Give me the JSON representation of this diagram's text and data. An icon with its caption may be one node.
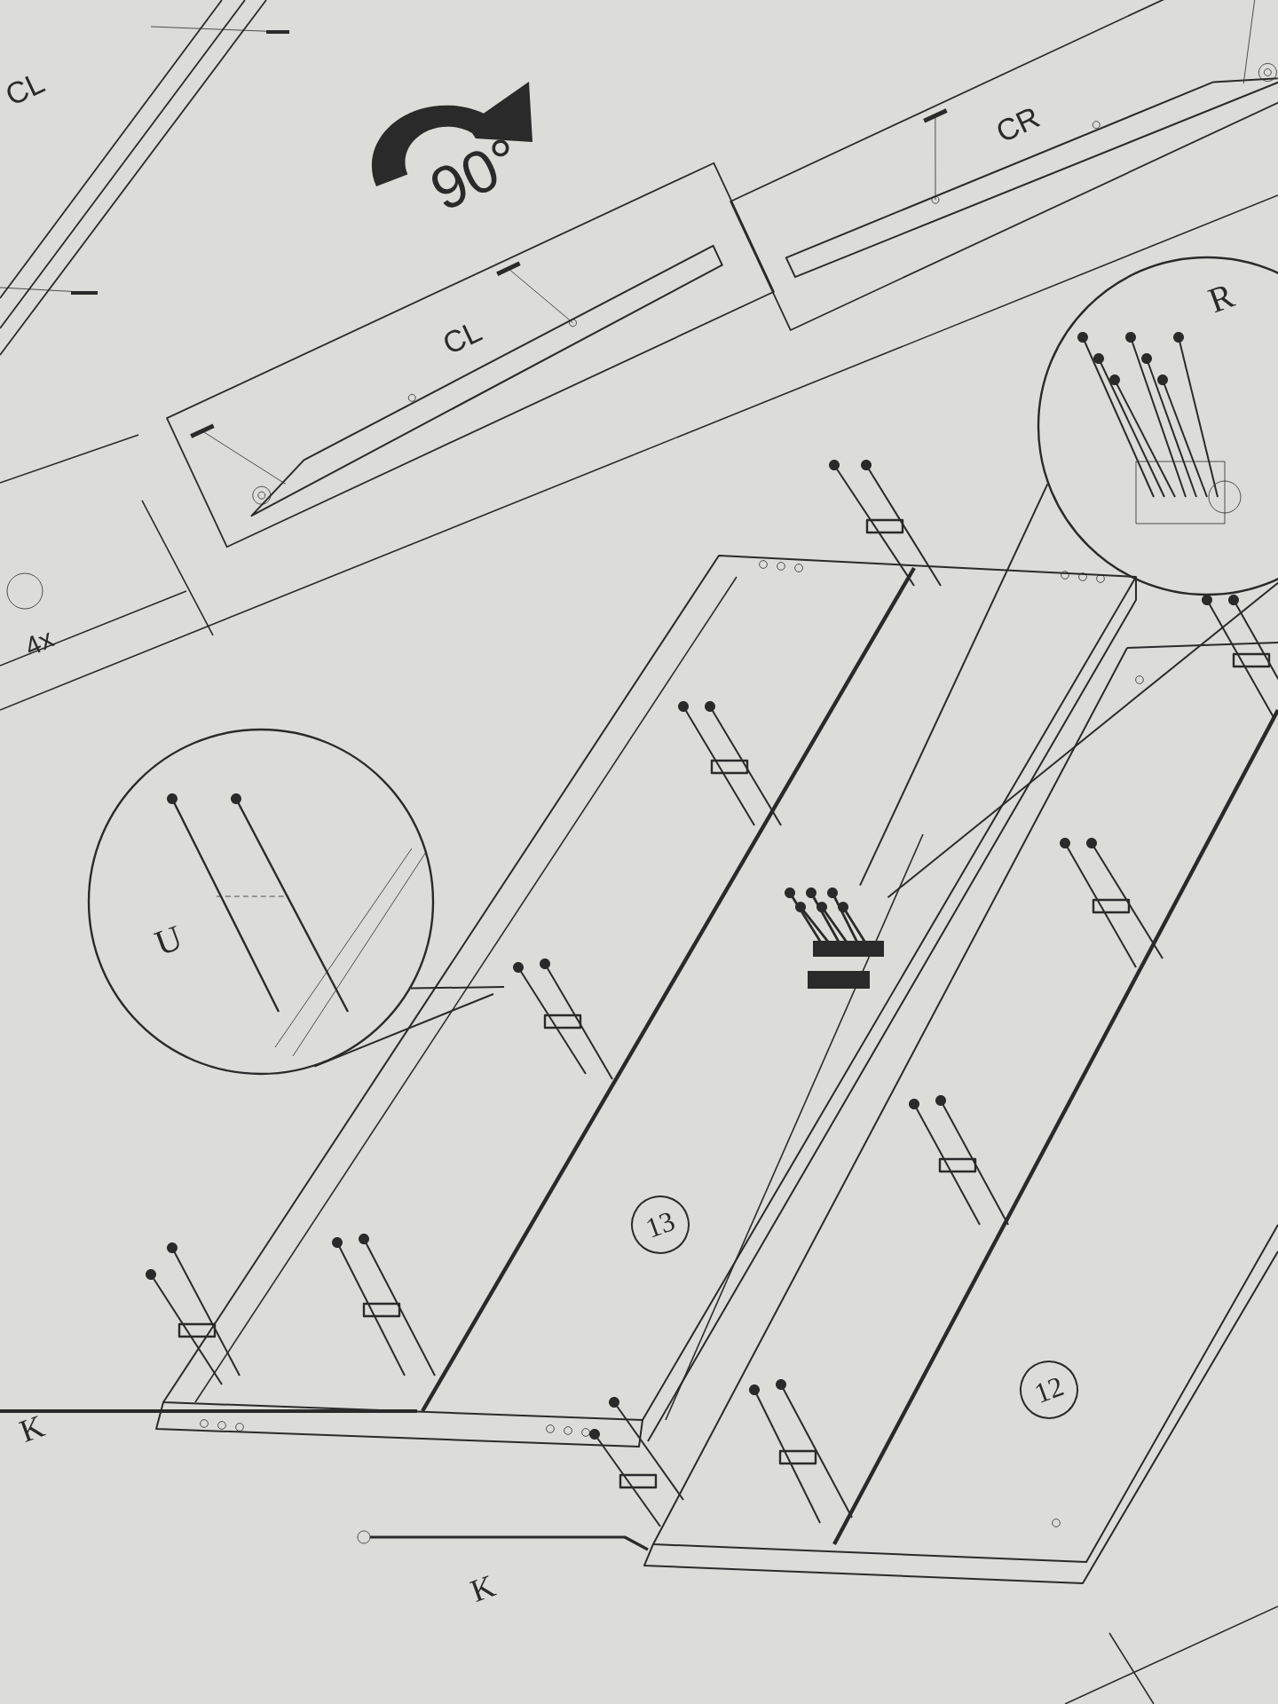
{
  "diagram": {
    "nodes": [
      {
        "text": [
          "CL"
        ]
      },
      {
        "text": [
          "CR"
        ]
      },
      {
        "text": [
          "U"
        ]
      },
      {
        "text": [
          "R"
        ]
      },
      {
        "text": [],
        "shape": "picture"
      },
      {
        "text": [
          "13"
        ]
      },
      {
        "text": [
          "12"
        ]
      }
    ],
    "edges": [
      {
        "from": 2,
        "to": null,
        "arrow": "none"
      },
      {
        "from": 2,
        "to": null,
        "arrow": "none"
      },
      {
        "from": 3,
        "to": 4,
        "arrow": "none"
      },
      {
        "from": 3,
        "to": 4,
        "arrow": "none"
      }
    ],
    "labels": [
      "CL",
      "90°",
      "4x",
      "K",
      "K"
    ]
  }
}
